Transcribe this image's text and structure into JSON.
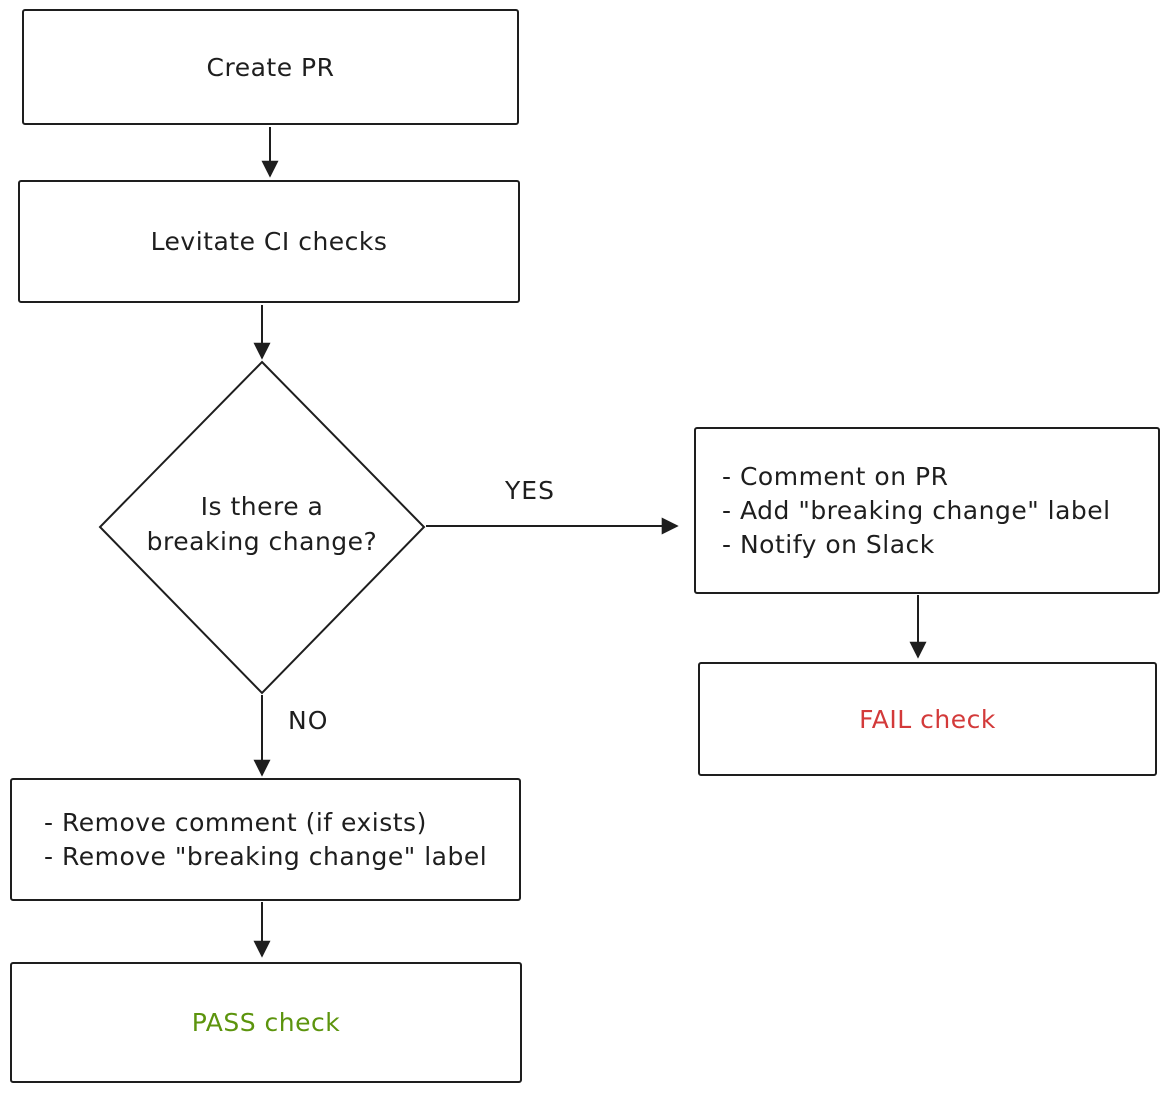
{
  "canvas": {
    "background": "#ffffff",
    "stroke_color": "#1e1e1e",
    "fail_color": "#d33a3a",
    "pass_color": "#5c940d"
  },
  "nodes": {
    "create_pr": {
      "label": "Create PR"
    },
    "levitate_ci": {
      "label": "Levitate CI checks"
    },
    "decision": {
      "lines": [
        "Is there a",
        "breaking change?"
      ]
    },
    "breaking_actions": {
      "items": [
        "- Comment on PR",
        "- Add \"breaking change\" label",
        "- Notify on Slack"
      ]
    },
    "fail_check": {
      "label": "FAIL check"
    },
    "cleanup_actions": {
      "items": [
        "- Remove comment (if exists)",
        "- Remove \"breaking change\" label"
      ]
    },
    "pass_check": {
      "label": "PASS check"
    }
  },
  "edge_labels": {
    "yes": "YES",
    "no": "NO"
  }
}
